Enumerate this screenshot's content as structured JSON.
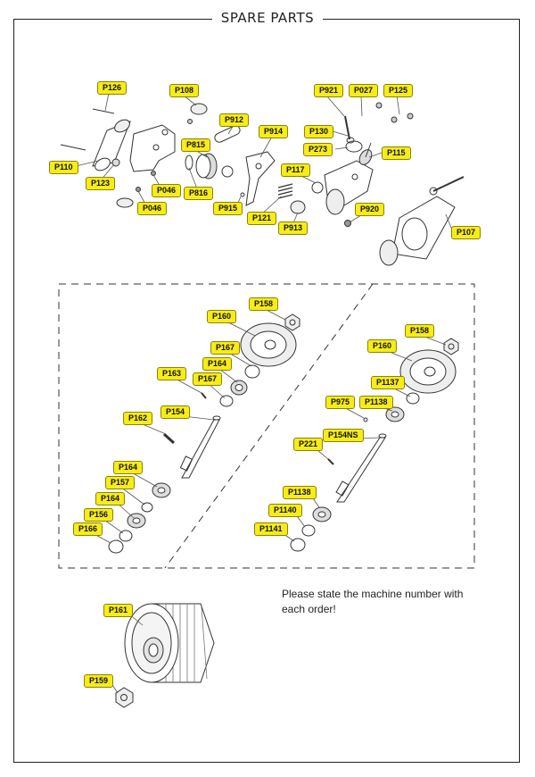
{
  "title": "SPARE PARTS",
  "note": {
    "line1": "Please state the machine number with",
    "line2": "each order!"
  },
  "labels": {
    "P126": "P126",
    "P108": "P108",
    "P921": "P921",
    "P027": "P027",
    "P125": "P125",
    "P912": "P912",
    "P130": "P130",
    "P815": "P815",
    "P914": "P914",
    "P273": "P273",
    "P115": "P115",
    "P110": "P110",
    "P123": "P123",
    "P046a": "P046",
    "P117": "P117",
    "P816": "P816",
    "P046b": "P046",
    "P915": "P915",
    "P121": "P121",
    "P920": "P920",
    "P913": "P913",
    "P107": "P107",
    "L_P158": "P158",
    "L_P160": "P160",
    "L_P167a": "P167",
    "L_P164a": "P164",
    "L_P163": "P163",
    "L_P167b": "P167",
    "L_P162": "P162",
    "L_P154": "P154",
    "L_P164b": "P164",
    "L_P157": "P157",
    "L_P164c": "P164",
    "L_P156": "P156",
    "L_P166": "P166",
    "R_P158": "P158",
    "R_P160": "P160",
    "R_P1137": "P1137",
    "R_P975": "P975",
    "R_P1138a": "P1138",
    "R_P154NS": "P154NS",
    "R_P221": "P221",
    "R_P1138b": "P1138",
    "R_P1140": "P1140",
    "R_P1141": "P1141",
    "P161": "P161",
    "P159": "P159"
  }
}
